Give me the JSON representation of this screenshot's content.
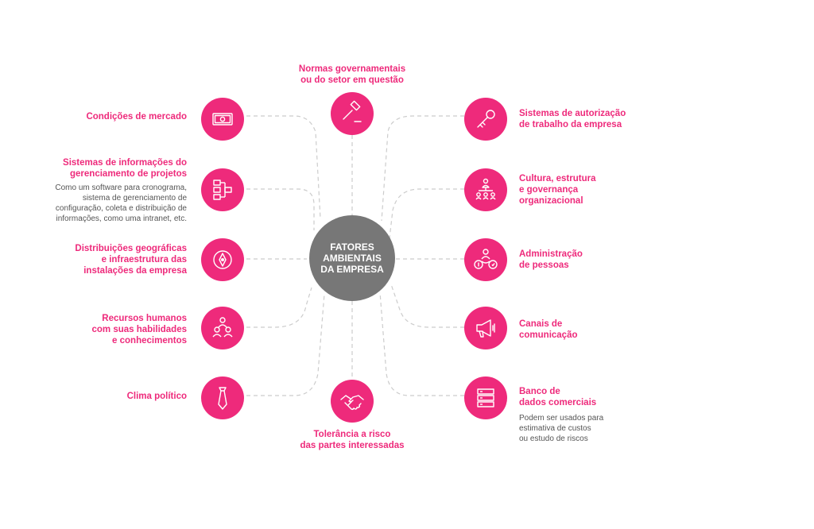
{
  "colors": {
    "accent": "#ee2a7b",
    "center": "#777777",
    "description": "#555555",
    "connector": "#cccccc"
  },
  "center": {
    "label": "FATORES AMBIENTAIS DA EMPRESA"
  },
  "factors": [
    {
      "key": "normas",
      "icon": "gavel-icon",
      "title": "Normas governamentais\nou do setor em questão"
    },
    {
      "key": "mercado",
      "icon": "banknote-icon",
      "title": "Condições de mercado"
    },
    {
      "key": "sistemas_info",
      "icon": "flowchart-icon",
      "title": "Sistemas de informações do\ngerenciamento de projetos",
      "description": "Como um software para cronograma,\nsistema de gerenciamento de\nconfiguração, coleta e distribuição de\ninformações, como uma intranet, etc."
    },
    {
      "key": "distribuicoes",
      "icon": "compass-icon",
      "title": "Distribuições geográficas\ne infraestrutura das\ninstalações da empresa"
    },
    {
      "key": "recursos",
      "icon": "people-icon",
      "title": "Recursos humanos\ncom suas habilidades\ne conhecimentos"
    },
    {
      "key": "clima",
      "icon": "tie-icon",
      "title": "Clima político"
    },
    {
      "key": "tolerancia",
      "icon": "handshake-icon",
      "title": "Tolerância a risco\ndas partes interessadas"
    },
    {
      "key": "autorizacao",
      "icon": "key-icon",
      "title": "Sistemas de autorização\nde trabalho da empresa"
    },
    {
      "key": "cultura",
      "icon": "org-chart-icon",
      "title": "Cultura, estrutura\ne governança\norganizacional"
    },
    {
      "key": "pessoas",
      "icon": "hr-people-icon",
      "title": "Administração\nde pessoas"
    },
    {
      "key": "canais",
      "icon": "megaphone-icon",
      "title": "Canais de\ncomunicação"
    },
    {
      "key": "banco",
      "icon": "database-icon",
      "title": "Banco de\ndados comerciais",
      "description": "Podem ser usados para\nestimativa de custos\nou estudo de riscos"
    }
  ]
}
